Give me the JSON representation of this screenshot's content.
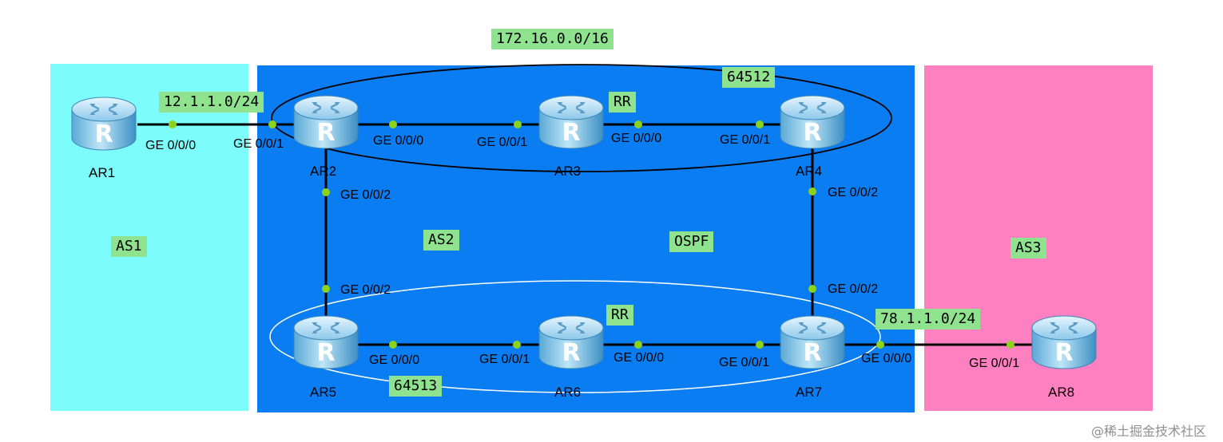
{
  "colors": {
    "as1_region": "#7dfcfc",
    "as2_region": "#0a7df2",
    "as3_region": "#ff80c0",
    "tag_background": "#8fe38f",
    "link": "#000000",
    "port_dot": "#8cd31a"
  },
  "icons": {
    "router": "router-icon"
  },
  "areas": {
    "as1": "AS1",
    "as2": "AS2",
    "as3": "AS3",
    "igp": "OSPF",
    "as2_subnet": "172.16.0.0/16"
  },
  "confederations": {
    "upper": "64512",
    "lower": "64513"
  },
  "route_reflectors": {
    "ar3": "RR",
    "ar6": "RR"
  },
  "subnets": {
    "ar1_ar2": "12.1.1.0/24",
    "ar7_ar8": "78.1.1.0/24"
  },
  "routers": {
    "ar1": "AR1",
    "ar2": "AR2",
    "ar3": "AR3",
    "ar4": "AR4",
    "ar5": "AR5",
    "ar6": "AR6",
    "ar7": "AR7",
    "ar8": "AR8"
  },
  "interfaces": {
    "ar1_to_ar2": "GE 0/0/0",
    "ar2_to_ar1": "GE 0/0/1",
    "ar2_to_ar3": "GE 0/0/0",
    "ar3_to_ar2": "GE 0/0/1",
    "ar3_to_ar4": "GE 0/0/0",
    "ar4_to_ar3": "GE 0/0/1",
    "ar2_to_ar5": "GE 0/0/2",
    "ar5_to_ar2": "GE 0/0/2",
    "ar4_to_ar7": "GE 0/0/2",
    "ar7_to_ar4": "GE 0/0/2",
    "ar5_to_ar6": "GE 0/0/0",
    "ar6_to_ar5": "GE 0/0/1",
    "ar6_to_ar7": "GE 0/0/0",
    "ar7_to_ar6": "GE 0/0/1",
    "ar7_to_ar8": "GE 0/0/0",
    "ar8_to_ar7": "GE 0/0/1"
  },
  "watermark": "@稀土掘金技术社区"
}
